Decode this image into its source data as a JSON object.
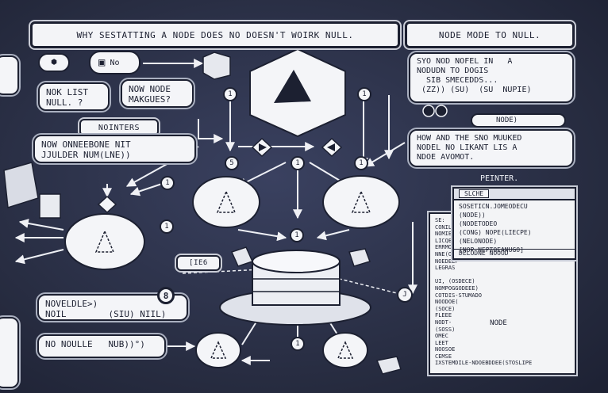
{
  "header": {
    "title": "WHY SESTATTING A NODE DOES NO DOESN'T WOIRK NULL.",
    "side_title": "NODE MODE TO NULL."
  },
  "left_labels": {
    "nok_list": "NOK LIST\nNULL. ?",
    "now_node": "NOW NODE\nMAKGUES?",
    "pointers_tab": "NOINTERS",
    "now_onneebone": "NOW ONNEEBONE NIT\nJJULDER NUM(LNE))",
    "novel": "NOVELDLE>)\nNOIL        (SIU) NIIL)",
    "no_noulle": "NO NOULLE   NUB))°)",
    "ref_badge": "[IE6",
    "no_label": "No"
  },
  "right_labels": {
    "note_box": "SYO NOD NOFEL IN   A\nNODUDN TO DOGIS\n  SIB SMECEDDS...\n (ZZ)) (SU)  (SU  NUPIE)",
    "node_pill": "NODE)",
    "how_box": "HOW AND THE SNO MUUKED\nNODEL NO LIKANT LIS A\nNDOE AVOMOT.",
    "pointer_label": "PEINTER.",
    "node_circle": "NODE"
  },
  "numbers": {
    "n1": "1",
    "n2": "1",
    "n3": "5",
    "n4": "1",
    "n5": "1",
    "n6": "1",
    "n7": "1",
    "n8": "8",
    "n9": "1",
    "n10": "1",
    "n11": "J"
  },
  "code_panel_top": {
    "title": "SLCHE",
    "lines": [
      "SOSETICN.JOMEODECU",
      "   (NODE))",
      "    (NODETODEO",
      "  (CONG)  NOPE(LIECPE)",
      "     (NELONODE)",
      "  [NOP  NEPTOEANUGO]"
    ],
    "footer": "DELODNE NOOOD"
  },
  "code_panel_main": {
    "lines": [
      "SE:",
      "  CONIL.",
      "  NOMIEMLO",
      "  LICQE)",
      "  ERRMODE",
      "  NNE(OOUE)",
      "  NOEDEEP",
      "  LEGRAS",
      "",
      "  UI, (OSDECE)",
      "  NOMPOGGODEEE)",
      "  COTDIS-STUMADO",
      "  NOODOE(",
      "  (SOCE)",
      "  FLEEE",
      "  NODT-",
      "  (SOSS)",
      "  OMEC",
      "  LEET",
      "  ",
      "  NOOSOE",
      "  CEMSE",
      "  IXSTEMDILE-NDOEBDDEE(STOSLIPE"
    ]
  },
  "colors": {
    "background": "#2b3147",
    "ink": "#1c2031",
    "paper": "#f4f5f8"
  }
}
